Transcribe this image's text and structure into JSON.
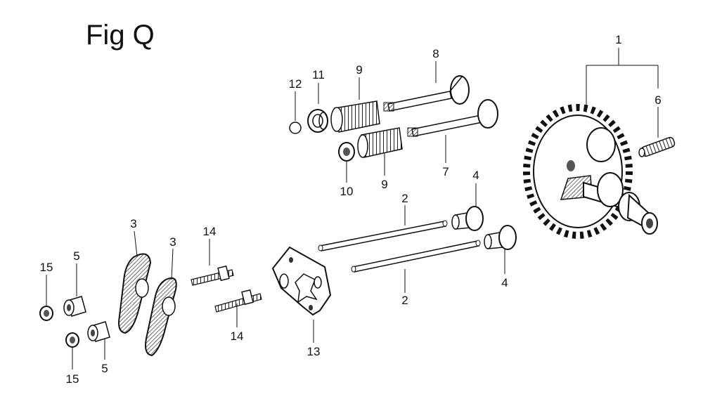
{
  "title": "Fig Q",
  "callouts": {
    "c1": "1",
    "c6": "6",
    "c8": "8",
    "c9a": "9",
    "c9b": "9",
    "c11": "11",
    "c12": "12",
    "c10": "10",
    "c7": "7",
    "c4a": "4",
    "c4b": "4",
    "c2a": "2",
    "c2b": "2",
    "c3a": "3",
    "c3b": "3",
    "c14a": "14",
    "c14b": "14",
    "c13": "13",
    "c15a": "15",
    "c15b": "15",
    "c5a": "5",
    "c5b": "5"
  },
  "colors": {
    "ink": "#111111",
    "paper": "#ffffff",
    "shade": "#777777"
  }
}
